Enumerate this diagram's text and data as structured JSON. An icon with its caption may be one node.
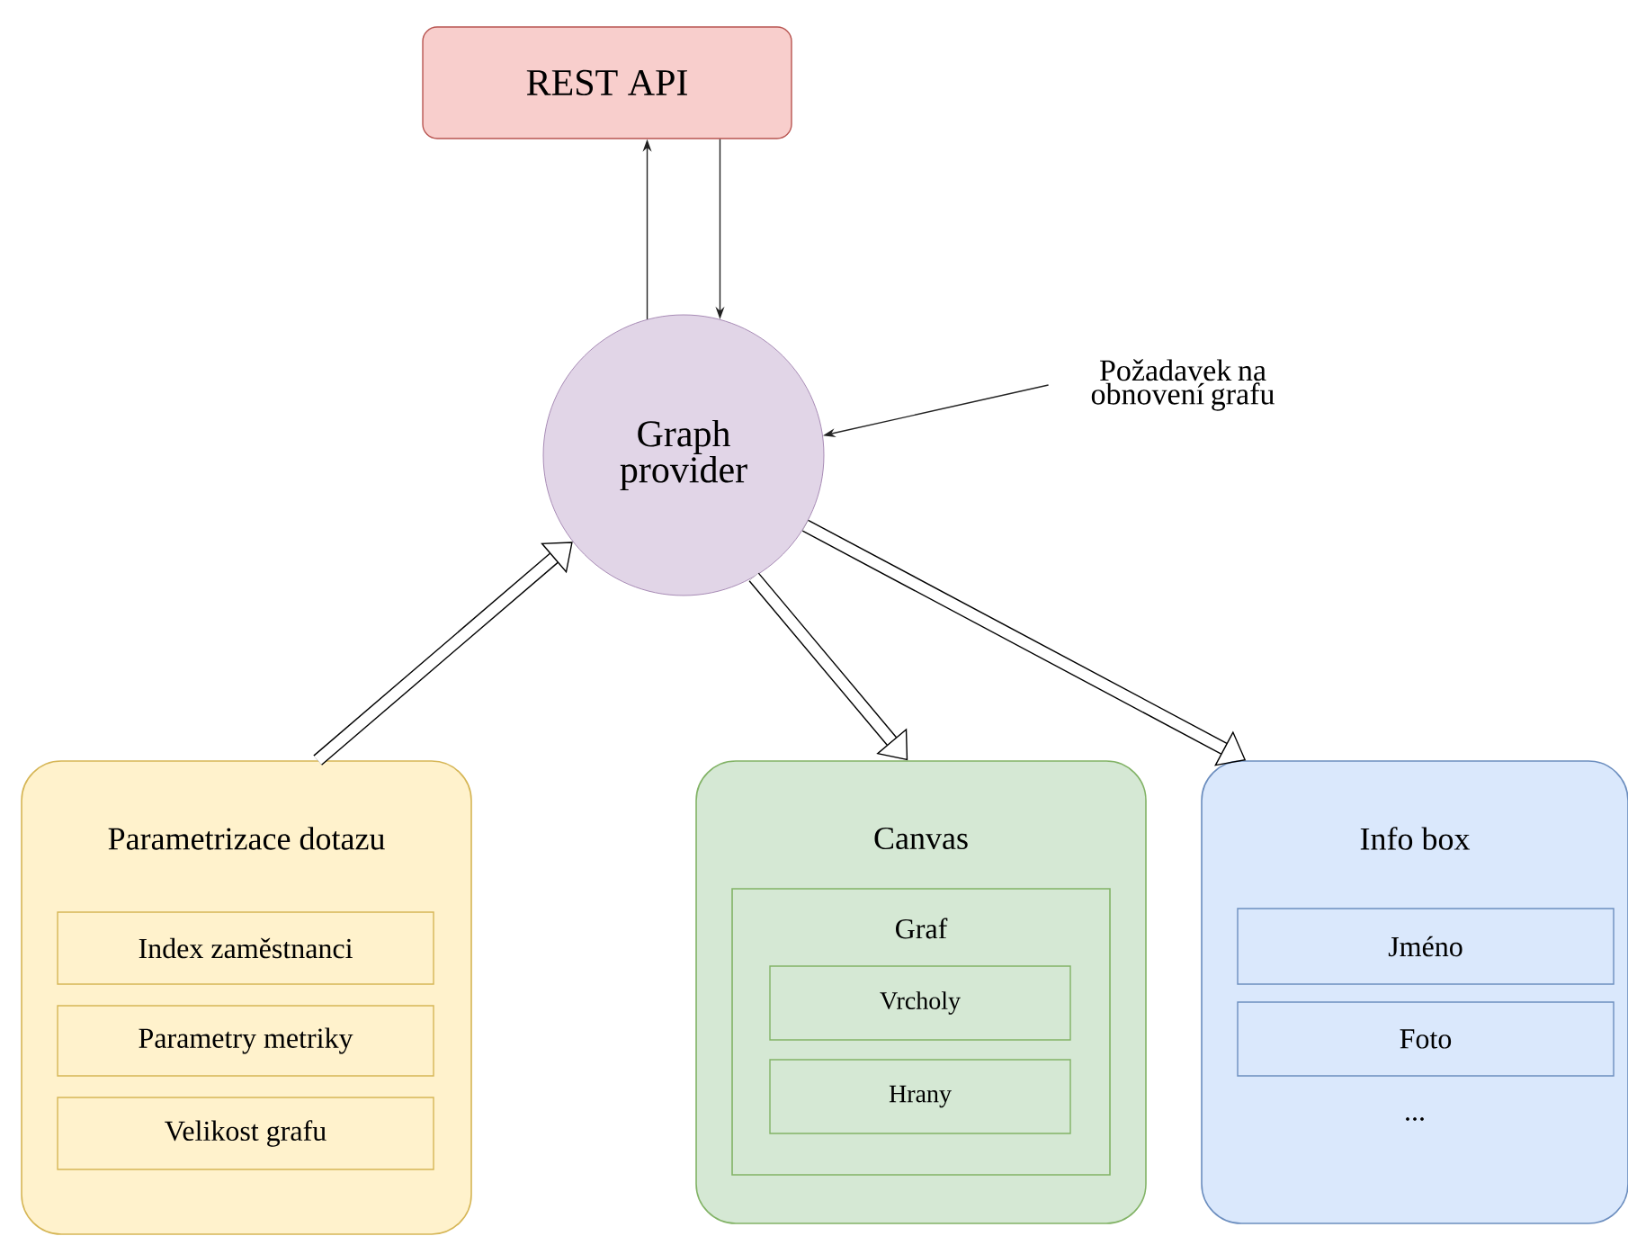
{
  "diagram": {
    "nodes": [
      {
        "text": [
          "REST API"
        ]
      },
      {
        "text": [
          "Graph provider"
        ]
      },
      {
        "text": [
          "Požadavek na obnovení grafu"
        ]
      },
      {
        "text": [
          "Parametrizace dotazu"
        ]
      },
      {
        "text": [
          "Index zaměstnanci"
        ],
        "in": 3
      },
      {
        "text": [
          "Parametry metriky"
        ],
        "in": 3
      },
      {
        "text": [
          "Velikost grafu"
        ],
        "in": 3
      },
      {
        "text": [
          "Canvas"
        ]
      },
      {
        "text": [
          "Graf"
        ],
        "in": 7
      },
      {
        "text": [
          "Vrcholy"
        ],
        "in": 8
      },
      {
        "text": [
          "Hrany"
        ],
        "in": 8
      },
      {
        "text": [
          "Info box",
          "..."
        ]
      },
      {
        "text": [
          "Jméno"
        ],
        "in": 11
      },
      {
        "text": [
          "Foto"
        ],
        "in": 11
      }
    ],
    "edges": [
      {
        "from": 1,
        "to": 0,
        "arrow": "to"
      },
      {
        "from": 0,
        "to": 1,
        "arrow": "to"
      },
      {
        "from": 2,
        "to": 1,
        "arrow": "to"
      },
      {
        "from": 3,
        "to": 1,
        "arrow": "to",
        "style": "thick"
      },
      {
        "from": 1,
        "to": 7,
        "arrow": "to",
        "style": "thick"
      },
      {
        "from": 1,
        "to": 11,
        "arrow": "to",
        "style": "thick"
      }
    ]
  }
}
